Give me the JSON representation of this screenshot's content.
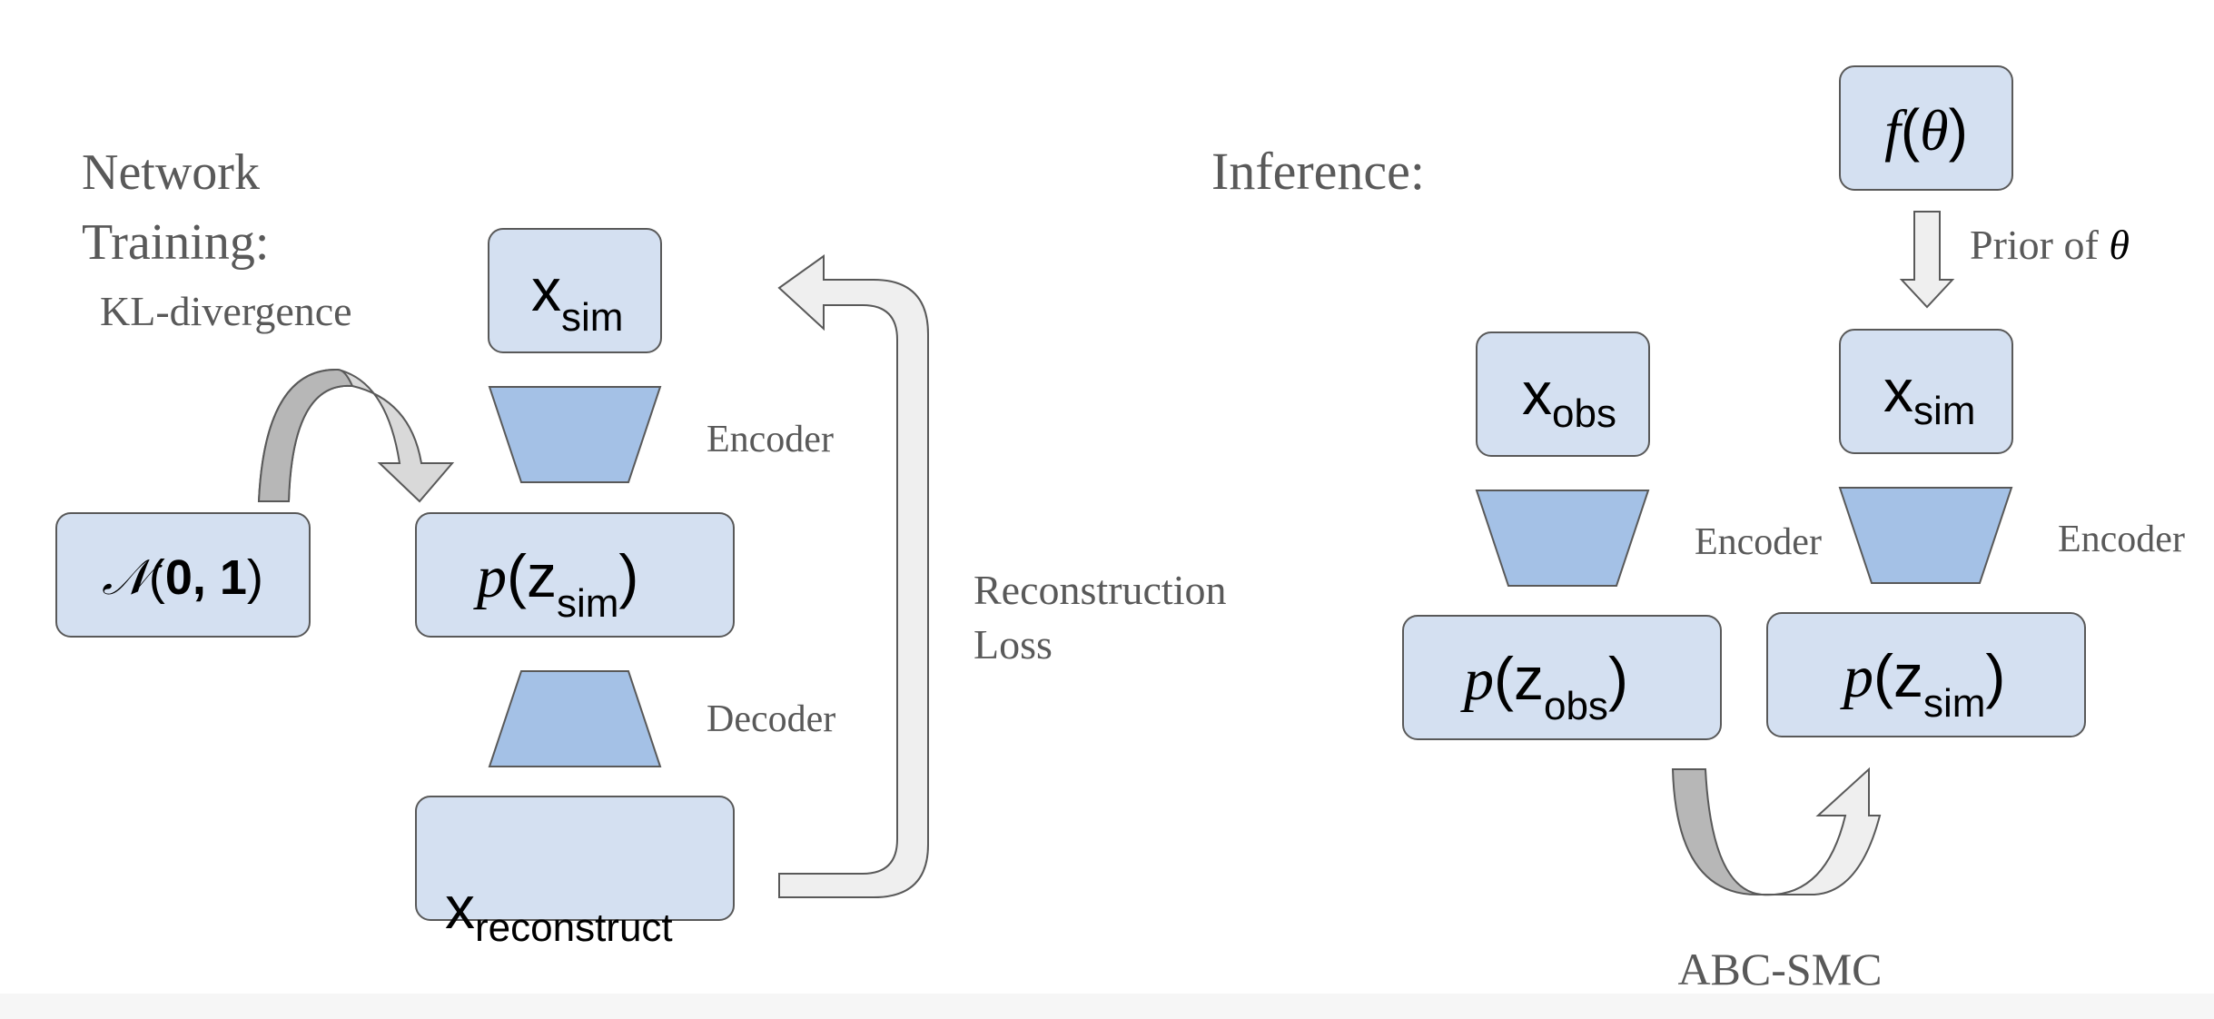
{
  "colors": {
    "box_fill": "#d4e0f1",
    "box_stroke": "#595959",
    "trapezoid_fill": "#a4c1e6",
    "arrow_light": "#efefef",
    "arrow_dark": "#b7b7b7",
    "label_gray": "#595959",
    "math_black": "#000000"
  },
  "training": {
    "title_line1": "Network",
    "title_line2": "Training:",
    "kl_label": "KL-divergence",
    "prior_box": {
      "calN": "𝒩",
      "open": "(",
      "zero": "0",
      "comma": ", ",
      "one": "1",
      "close": ")"
    },
    "x_sim": {
      "base": "x",
      "sub": "sim"
    },
    "encoder_label": "Encoder",
    "latent": {
      "p": "p",
      "open": "(",
      "base": "z",
      "sub": "sim",
      "close": ")"
    },
    "decoder_label": "Decoder",
    "x_reconstruct": {
      "base": "x",
      "sub": "reconstruct"
    },
    "loss_line1": "Reconstruction",
    "loss_line2": "Loss"
  },
  "inference": {
    "title": "Inference:",
    "prior_fn": {
      "f": "f",
      "open": "(",
      "theta": "θ",
      "close": ")"
    },
    "prior_label": "Prior of ",
    "prior_label_theta": "θ",
    "x_obs": {
      "base": "x",
      "sub": "obs"
    },
    "x_sim": {
      "base": "x",
      "sub": "sim"
    },
    "encoder_obs_label": "Encoder",
    "encoder_sim_label": "Encoder",
    "latent_obs": {
      "p": "p",
      "open": "(",
      "base": "z",
      "sub": "obs",
      "close": ")"
    },
    "latent_sim": {
      "p": "p",
      "open": "(",
      "base": "z",
      "sub": "sim",
      "close": ")"
    },
    "abc_label": "ABC-SMC"
  }
}
